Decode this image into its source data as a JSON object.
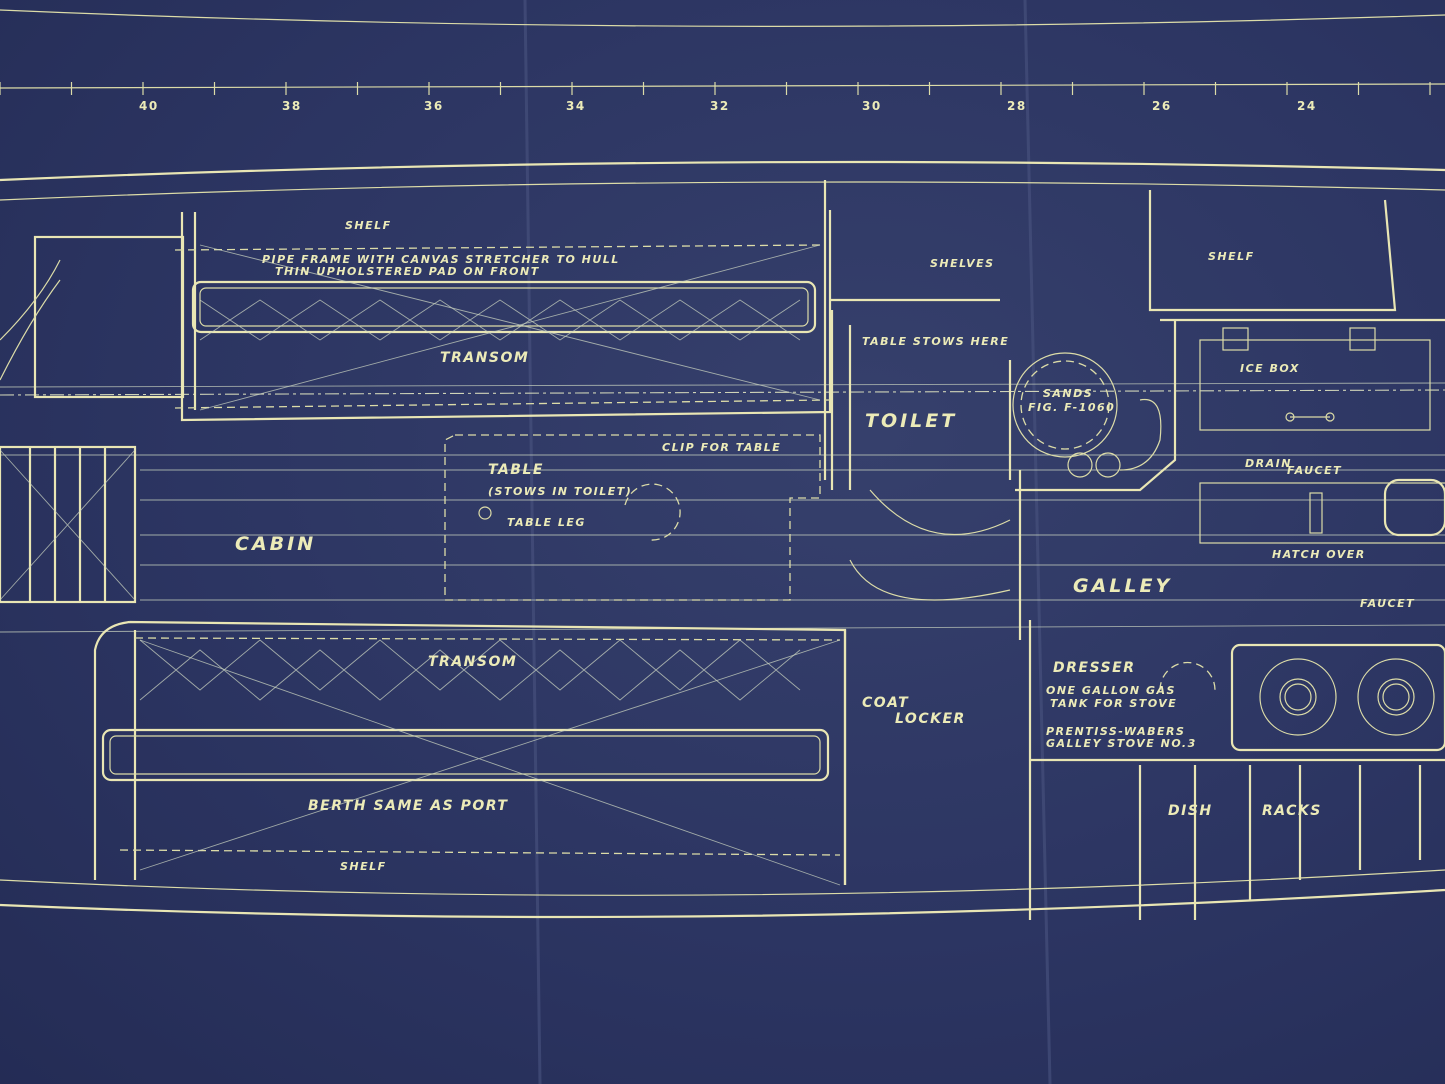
{
  "ruler": {
    "ticks": [
      "40",
      "38",
      "36",
      "34",
      "32",
      "30",
      "28",
      "26",
      "24"
    ]
  },
  "labels": {
    "shelf_top": "SHELF",
    "pipe_frame_1": "PIPE FRAME WITH CANVAS STRETCHER TO HULL",
    "pipe_frame_2": "THIN UPHOLSTERED PAD ON FRONT",
    "transom_port": "TRANSOM",
    "shelves": "SHELVES",
    "shelf_galley": "SHELF",
    "table_stows_here": "TABLE STOWS HERE",
    "ice_box": "ICE BOX",
    "sands_1": "SANDS",
    "sands_2": "FIG. F-1060",
    "toilet": "TOILET",
    "clip_for_table": "CLIP FOR TABLE",
    "table": "TABLE",
    "stows_in_toilet": "(STOWS IN TOILET)",
    "table_leg": "TABLE LEG",
    "cabin": "CABIN",
    "drain": "DRAIN",
    "faucet_1": "FAUCET",
    "hatch_over": "HATCH OVER",
    "galley": "GALLEY",
    "faucet_2": "FAUCET",
    "transom_stbd": "TRANSOM",
    "dresser": "DRESSER",
    "gas_tank_1": "ONE GALLON GAS",
    "gas_tank_2": "TANK FOR STOVE",
    "coat": "COAT",
    "locker": "LOCKER",
    "stove_1": "PRENTISS-WABERS",
    "stove_2": "GALLEY STOVE NO.3",
    "berth_same": "BERTH SAME AS PORT",
    "dish": "DISH",
    "racks": "RACKS",
    "shelf_bottom": "SHELF"
  }
}
